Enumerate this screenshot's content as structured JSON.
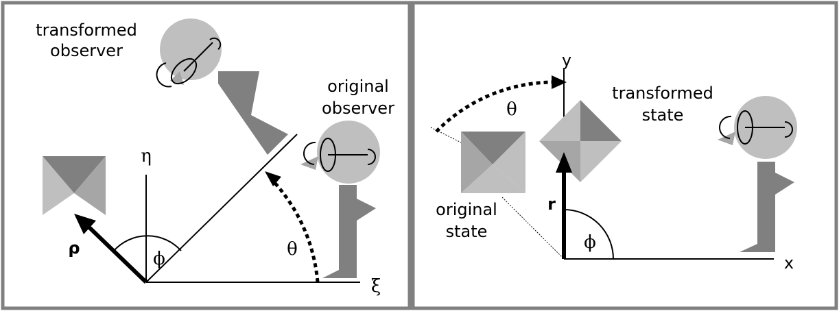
{
  "left_panel": {
    "transformed_observer_label_line1": "transformed",
    "transformed_observer_label_line2": "observer",
    "original_observer_label_line1": "original",
    "original_observer_label_line2": "observer",
    "eta_axis_label": "η",
    "xi_axis_label": "ξ",
    "rho_label": "ρ",
    "phi_label": "ϕ",
    "theta_label": "θ"
  },
  "right_panel": {
    "y_axis_label": "y",
    "x_axis_label": "x",
    "theta_label": "θ",
    "transformed_state_label_line1": "transformed",
    "transformed_state_label_line2": "state",
    "original_state_label_line1": "original",
    "original_state_label_line2": "state",
    "r_label": "r",
    "phi_label": "ϕ"
  },
  "colors": {
    "frame": "#808080",
    "dark_gray": "#808080",
    "mid_gray": "#a6a6a6",
    "light_gray": "#bfbfbf",
    "black": "#000000"
  }
}
